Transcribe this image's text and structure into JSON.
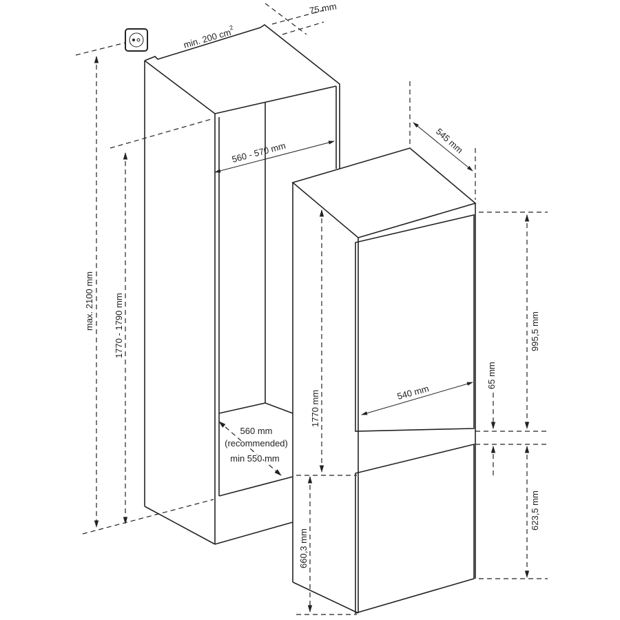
{
  "diagram": {
    "title": "Built-in fridge installation dimensions",
    "cabinet": {
      "vent_area": "min. 200 cm",
      "vent_area_sup": "2",
      "vent_gap": "75 mm",
      "max_height": "max. 2100 mm",
      "niche_height": "1770 - 1790 mm",
      "niche_width": "560 - 570 mm",
      "depth_recommended": "560 mm",
      "depth_recommended_note": "(recommended)",
      "depth_min": "min 550 mm"
    },
    "appliance": {
      "depth": "545 mm",
      "height": "1770 mm",
      "width": "540 mm",
      "upper_door": "995,5 mm",
      "door_gap": "65 mm",
      "lower_door": "623,5 mm",
      "lower_height": "660,3 mm"
    },
    "icons": [
      "power-socket-icon"
    ]
  }
}
